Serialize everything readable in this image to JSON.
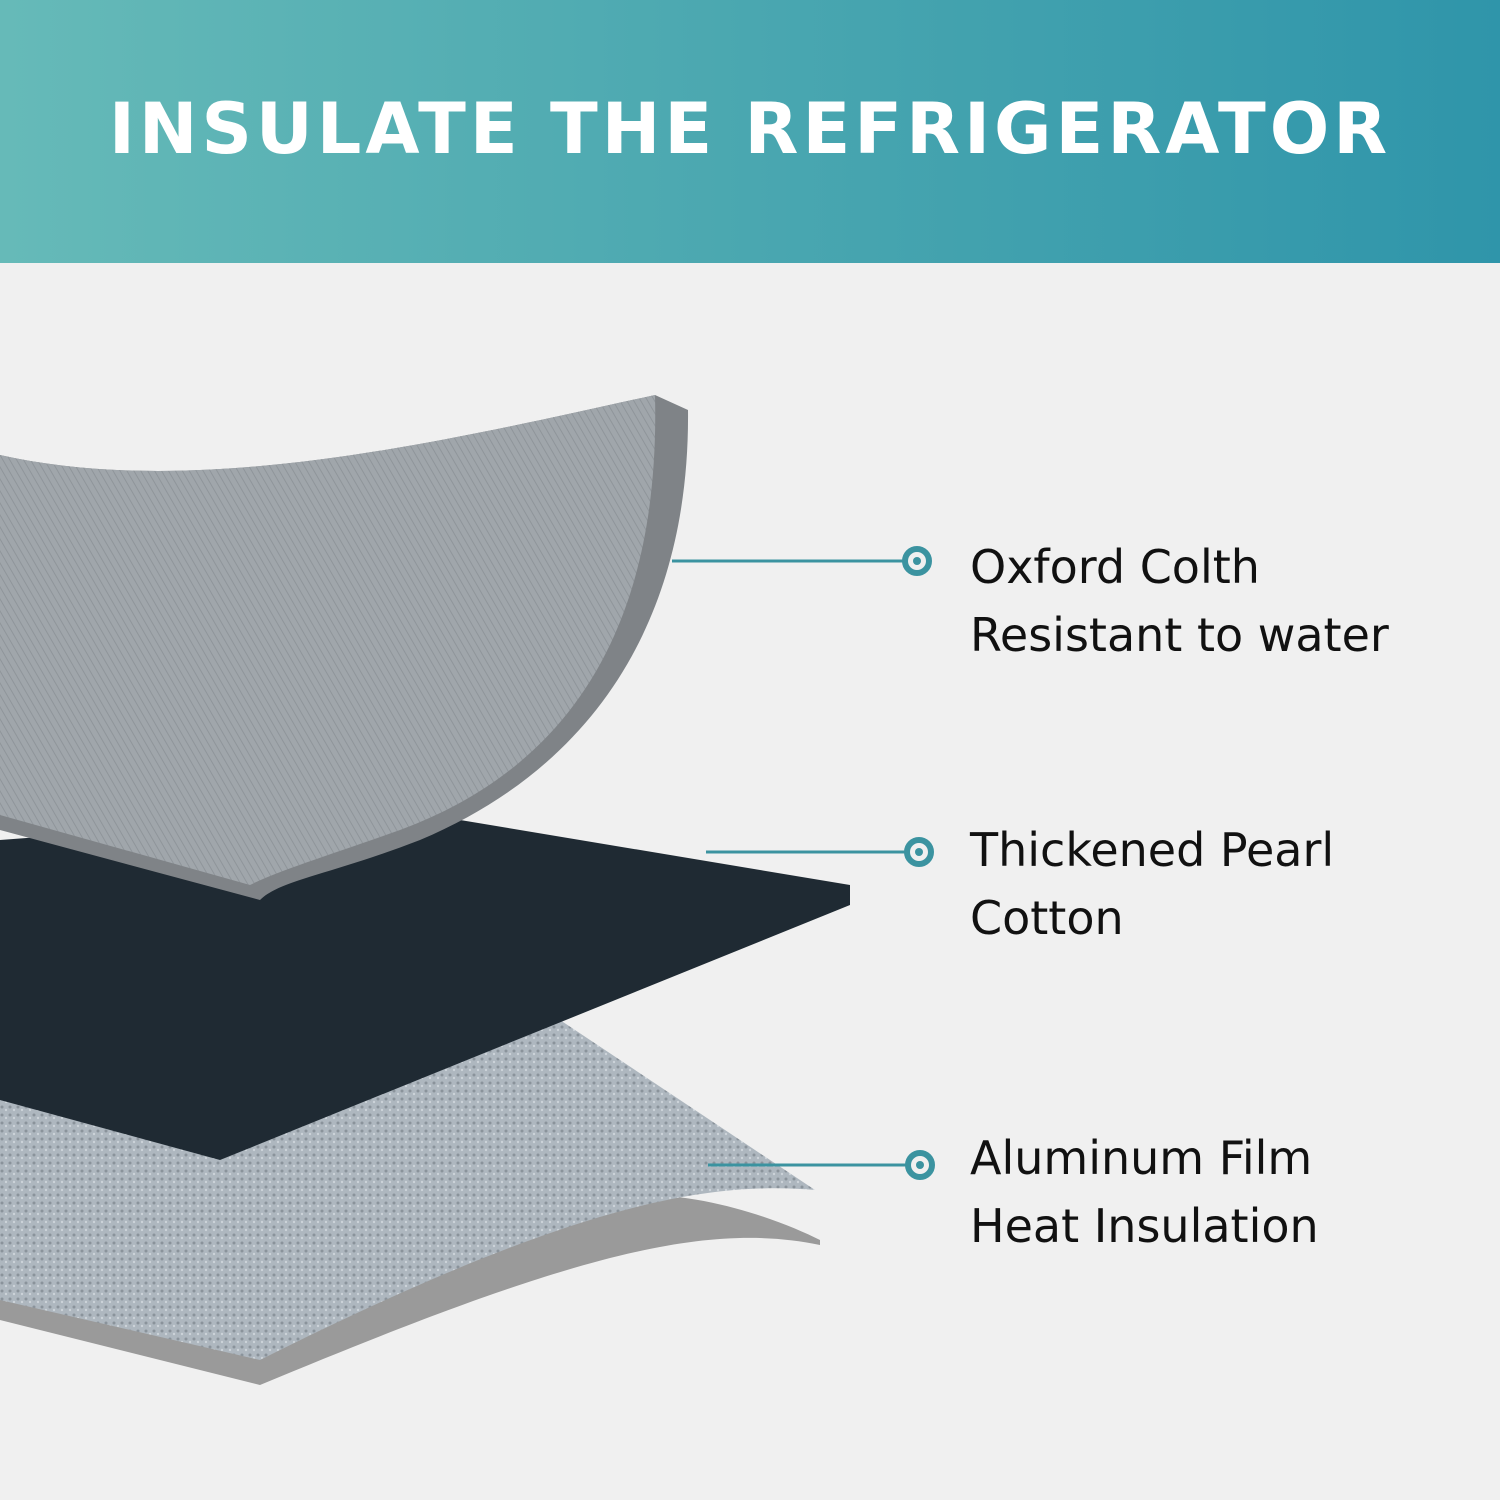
{
  "header": {
    "title": "INSULATE THE REFRIGERATOR"
  },
  "callouts": [
    {
      "line1": "Oxford Colth",
      "line2": "Resistant to water"
    },
    {
      "line1": "Thickened Pearl",
      "line2": "Cotton"
    },
    {
      "line1": "Aluminum Film",
      "line2": "Heat Insulation"
    }
  ],
  "colors": {
    "accent": "#3b93a0",
    "banner_start": "#66bab8",
    "banner_end": "#2f95aa"
  }
}
